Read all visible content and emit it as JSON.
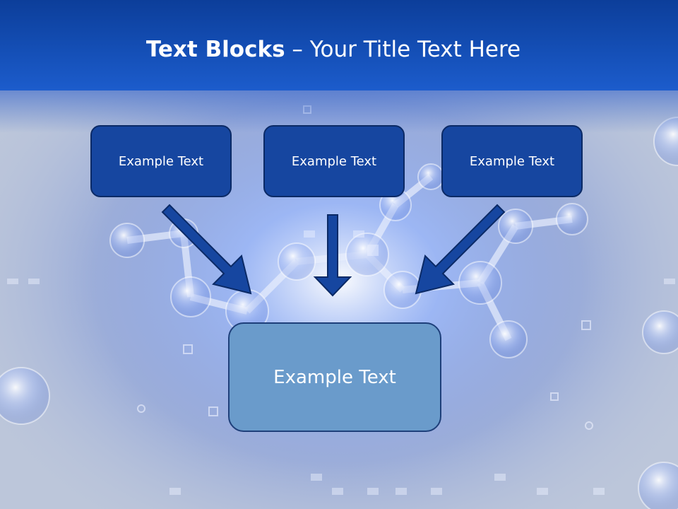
{
  "slide": {
    "title_bold": "Text Blocks",
    "title_sep": " – ",
    "title_rest": "Your Title Text Here"
  },
  "blocks": {
    "left": "Example Text",
    "middle": "Example Text",
    "right": "Example Text",
    "target": "Example Text"
  },
  "colors": {
    "header": "#1550b8",
    "small_box": "#1646a0",
    "target_box": "#6a9bcb",
    "arrow": "#1646a0"
  }
}
